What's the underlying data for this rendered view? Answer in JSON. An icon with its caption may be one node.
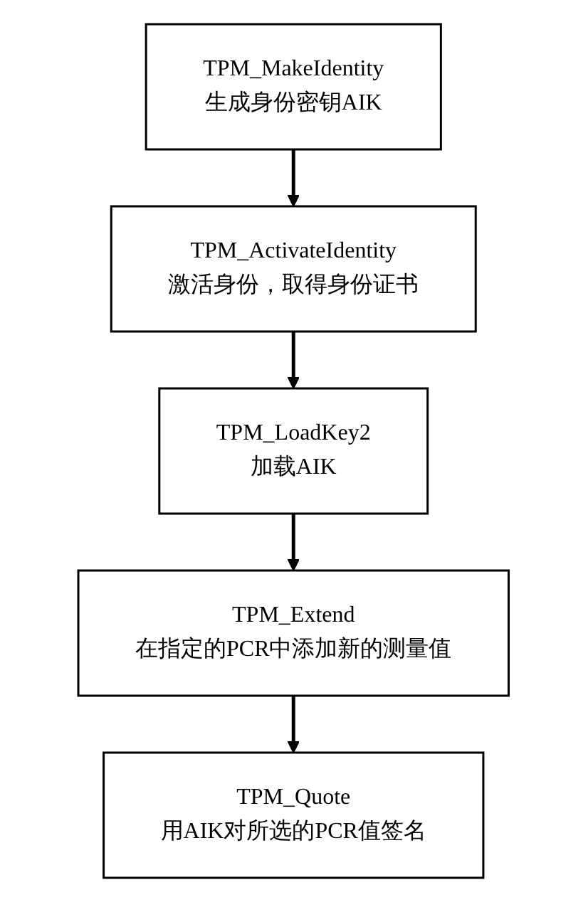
{
  "diagram": {
    "nodes": [
      {
        "text": [
          "TPM_MakeIdentity",
          "生成身份密钥AIK"
        ]
      },
      {
        "text": [
          "TPM_ActivateIdentity",
          "激活身份，取得身份证书"
        ]
      },
      {
        "text": [
          "TPM_LoadKey2",
          "加载AIK"
        ]
      },
      {
        "text": [
          "TPM_Extend",
          "在指定的PCR中添加新的测量值"
        ]
      },
      {
        "text": [
          "TPM_Quote",
          "用AIK对所选的PCR值签名"
        ]
      }
    ],
    "edges": [
      {
        "from": 0,
        "to": 1,
        "arrow": "to"
      },
      {
        "from": 1,
        "to": 2,
        "arrow": "to"
      },
      {
        "from": 2,
        "to": 3,
        "arrow": "to"
      },
      {
        "from": 3,
        "to": 4,
        "arrow": "to"
      }
    ]
  }
}
